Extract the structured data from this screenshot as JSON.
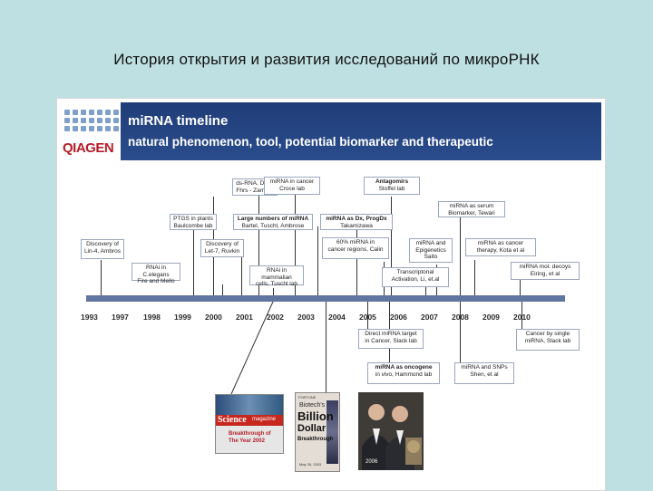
{
  "slide_title": "История открытия и развития исследований по микроРНК",
  "logo_text": "QIAGEN",
  "header": {
    "title": "miRNA timeline",
    "subtitle": "natural phenomenon, tool, potential biomarker and therapeutic"
  },
  "years": [
    "1993",
    "1997",
    "1998",
    "1999",
    "2000",
    "2001",
    "2002",
    "2003",
    "2004",
    "2005",
    "2006",
    "2007",
    "2008",
    "2009",
    "2010"
  ],
  "events": [
    {
      "line1": "Discovery of",
      "line2": "Lin-4, Ambros"
    },
    {
      "line1": "RNAi in C.elegans",
      "line2": "Fire and Mello"
    },
    {
      "line1": "PTGS in plants",
      "line2": "Baulcombe lab"
    },
    {
      "line1": "Discovery of",
      "line2": "Let-7, Ruvkin"
    },
    {
      "line1": "ds-RNA, Dicer",
      "line2": "Fhrs - Zamore"
    },
    {
      "line1": "RNAi in mammalian",
      "line2": "cells, Tuschl lab"
    },
    {
      "line1": "miRNA in cancer",
      "line2": "Croce lab"
    },
    {
      "line1": "Large numbers of miRNA",
      "line2": "Bartel, Tuschl, Ambrose"
    },
    {
      "line1": "miRNA as Dx, ProgDx",
      "line2": "Takamizawa"
    },
    {
      "line1": "60% miRNA in",
      "line2": "cancer regions, Calin"
    },
    {
      "line1": "Antagomirs",
      "line2": "Stoffel lab"
    },
    {
      "line1": "miRNA and",
      "line2": "Epigenetics",
      "line3": "Saito"
    },
    {
      "line1": "Transcriptonal",
      "line2": "Activation, Li, et.al"
    },
    {
      "line1": "miRNA as serum",
      "line2": "Biomarker, Tewari"
    },
    {
      "line1": "miRNA as cancer",
      "line2": "therapy, Kota et al"
    },
    {
      "line1": "miRNA mol. decoys",
      "line2": "Eiring, et al"
    },
    {
      "line1": "Direct miRNA target",
      "line2": "in Cancer, Slack lab"
    },
    {
      "line1": "miRNA as oncogene",
      "line2": "in vivo, Hammond lab"
    },
    {
      "line1": "miRNA and SNPs",
      "line2": "Shen, et al"
    },
    {
      "line1": "Cancer by single",
      "line2": "miRNA, Slack lab"
    }
  ],
  "images": {
    "science": {
      "brand": "Science",
      "word": "magazine",
      "caption1": "Breakthrough of",
      "caption2": "The Year 2002"
    },
    "fortune": {
      "small": "FORTUNE",
      "line1": "Biotech's",
      "line2": "Billion",
      "line3": "Dollar",
      "line4": "Breakthrough",
      "date": "May 26, 2003"
    },
    "nobel": {
      "year": "2006"
    }
  }
}
